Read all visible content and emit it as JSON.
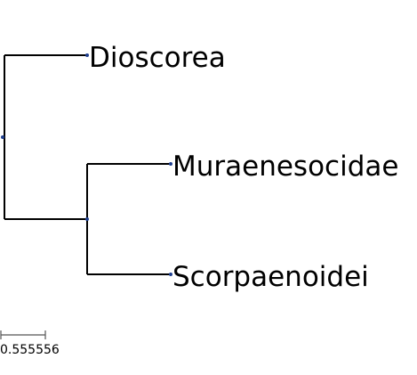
{
  "tree": {
    "leaves": [
      {
        "id": "dioscorea",
        "label": "Dioscorea"
      },
      {
        "id": "muraenesocidae",
        "label": "Muraenesocidae"
      },
      {
        "id": "scorpaenoidei",
        "label": "Scorpaenoidei"
      }
    ],
    "node_color": "#1f3f8f",
    "branch_color": "#000000"
  },
  "scale_bar": {
    "label": "0.555556"
  }
}
